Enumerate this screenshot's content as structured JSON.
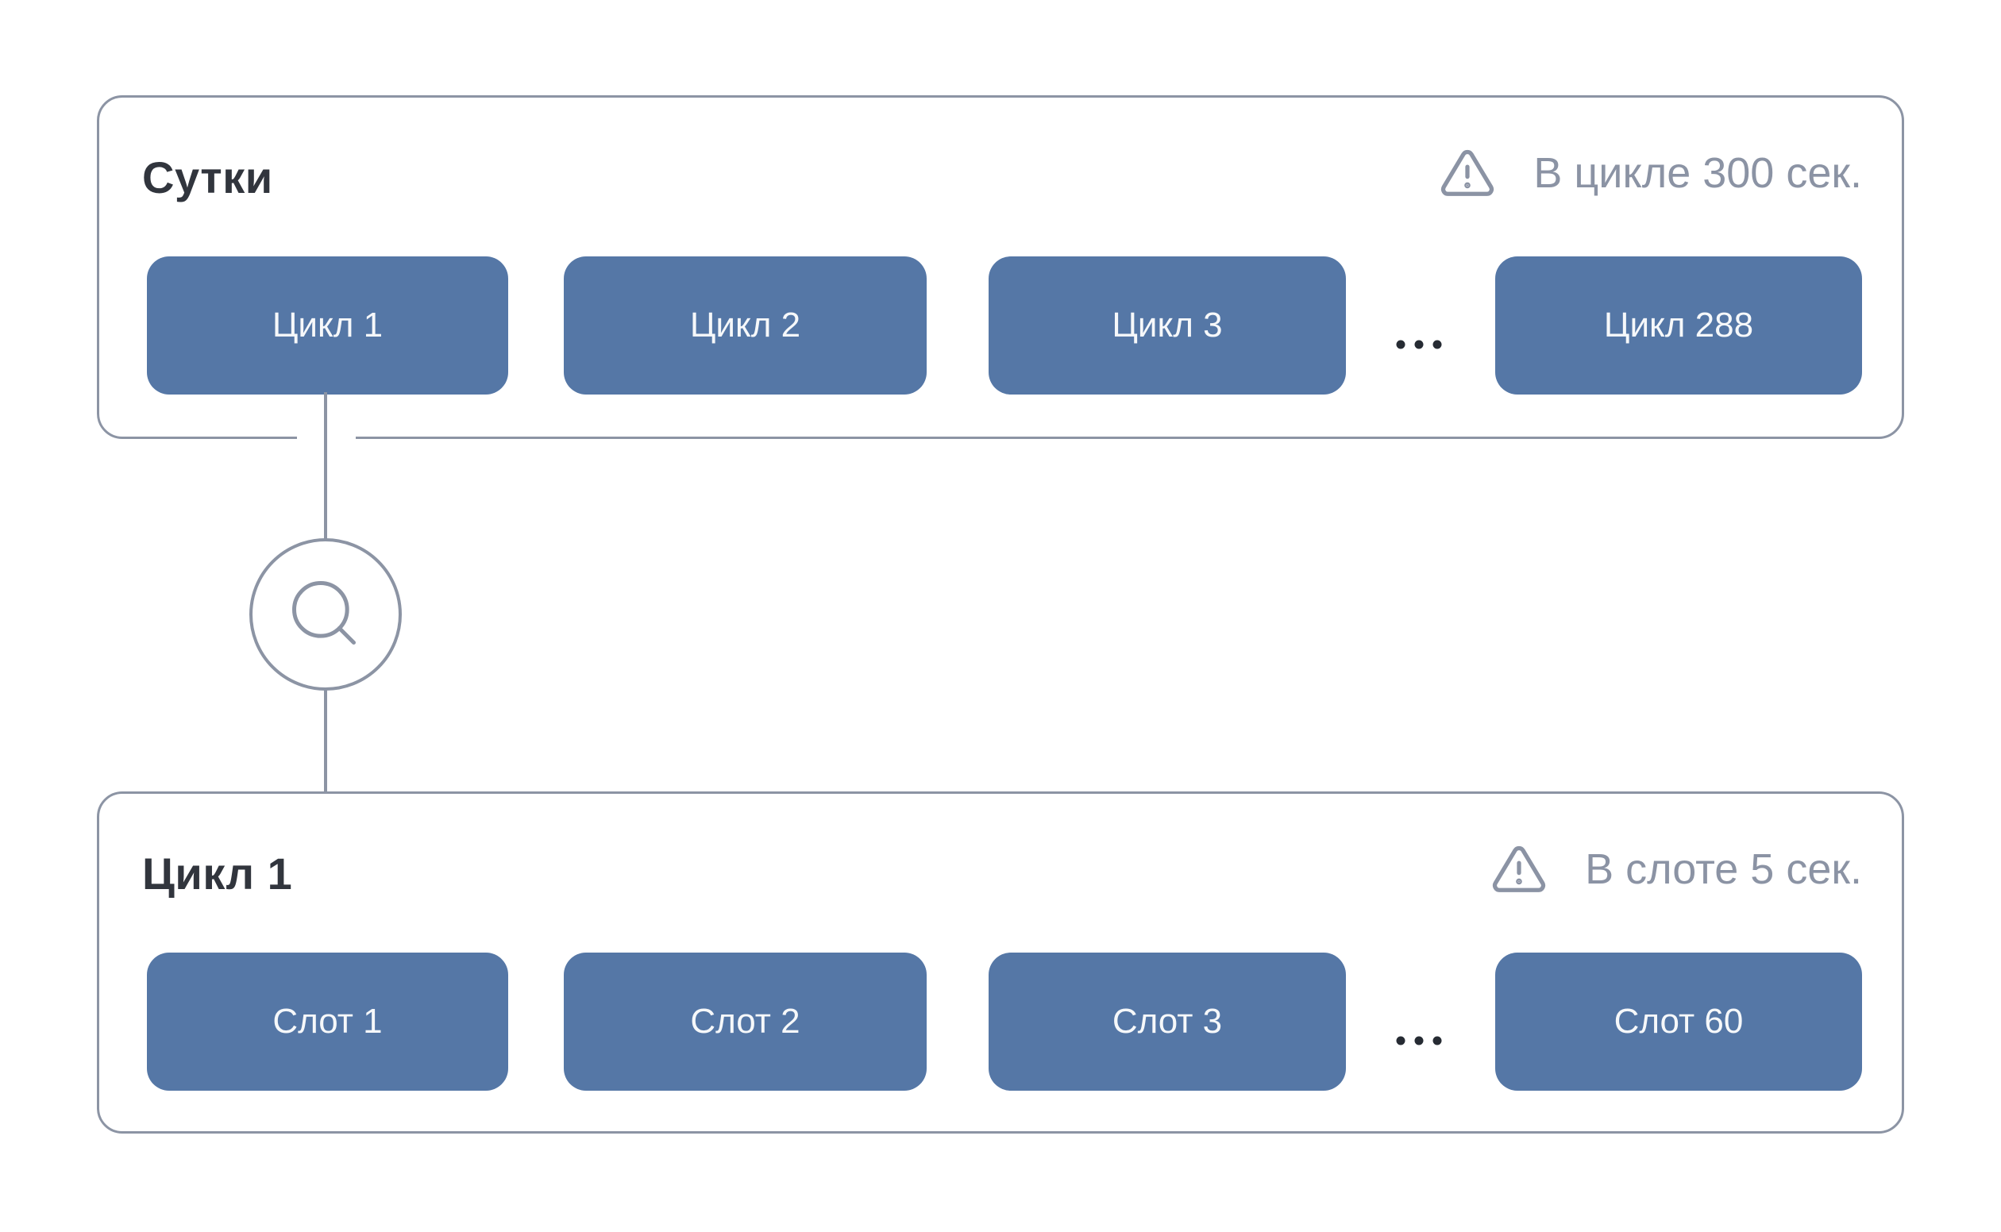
{
  "colors": {
    "accent_blue": "#5577A6",
    "line_gray": "#8C94A4",
    "muted_text": "#8B93A4",
    "title_text": "#31353D",
    "dots": "#262B33",
    "chip_label": "#F6F8FA",
    "background": "#ffffff"
  },
  "panels": [
    {
      "title": "Сутки",
      "warning": {
        "icon": "warning-triangle-icon",
        "text": "В цикле 300 сек."
      },
      "items": [
        {
          "label": "Цикл 1"
        },
        {
          "label": "Цикл 2"
        },
        {
          "label": "Цикл 3"
        },
        {
          "label": "Цикл 288"
        }
      ],
      "ellipsis": "…"
    },
    {
      "title": "Цикл 1",
      "warning": {
        "icon": "warning-triangle-icon",
        "text": "В слоте 5 сек."
      },
      "items": [
        {
          "label": "Слот 1"
        },
        {
          "label": "Слот 2"
        },
        {
          "label": "Слот 3"
        },
        {
          "label": "Слот 60"
        }
      ],
      "ellipsis": "…"
    }
  ],
  "connector": {
    "icon": "magnifier-icon"
  }
}
